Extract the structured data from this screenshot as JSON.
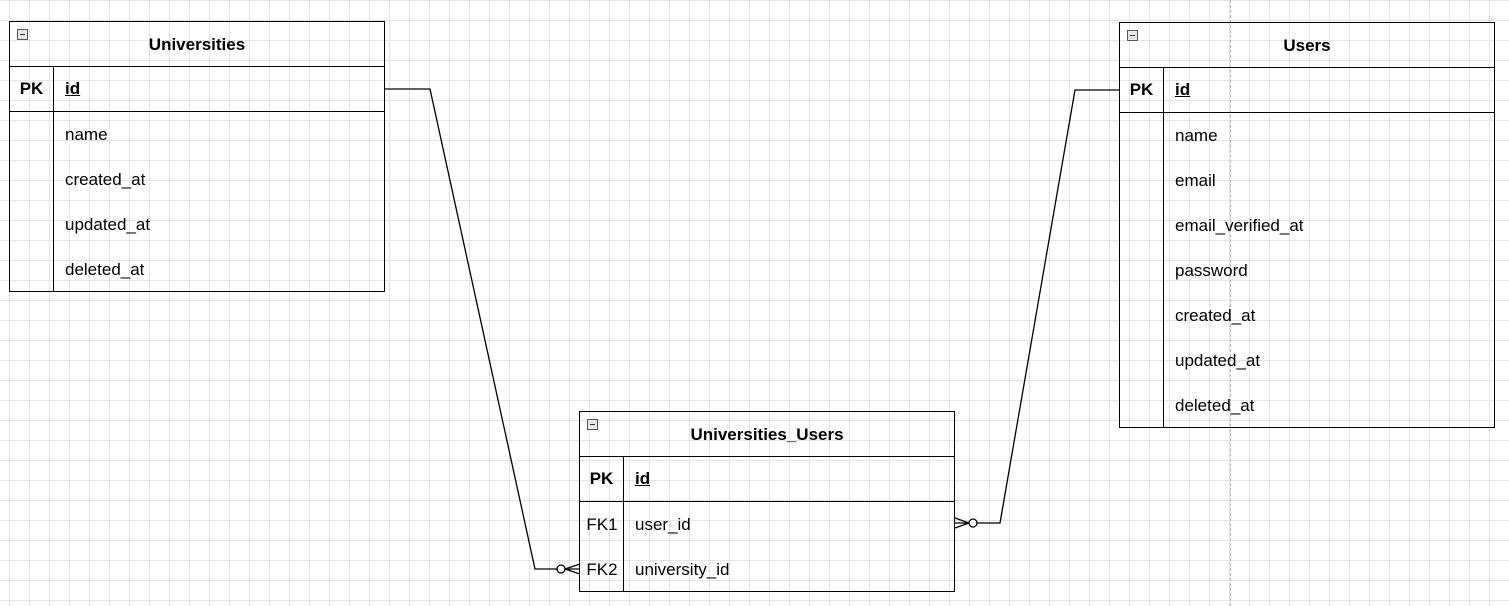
{
  "tables": {
    "universities": {
      "title": "Universities",
      "pk_label": "PK",
      "pk_field": "id",
      "fields": [
        "name",
        "created_at",
        "updated_at",
        "deleted_at"
      ]
    },
    "users": {
      "title": "Users",
      "pk_label": "PK",
      "pk_field": "id",
      "fields": [
        "name",
        "email",
        "email_verified_at",
        "password",
        "created_at",
        "updated_at",
        "deleted_at"
      ]
    },
    "universities_users": {
      "title": "Universities_Users",
      "pk_label": "PK",
      "pk_field": "id",
      "fk_rows": [
        {
          "key": "FK1",
          "field": "user_id"
        },
        {
          "key": "FK2",
          "field": "university_id"
        }
      ]
    }
  },
  "relationships": [
    {
      "from": "Universities.id",
      "to": "Universities_Users.university_id",
      "notation": "one-to-zero-or-many"
    },
    {
      "from": "Users.id",
      "to": "Universities_Users.user_id",
      "notation": "one-to-zero-or-many"
    }
  ],
  "colors": {
    "line": "#000000",
    "grid": "#e4e4e4",
    "background": "#ffffff"
  }
}
